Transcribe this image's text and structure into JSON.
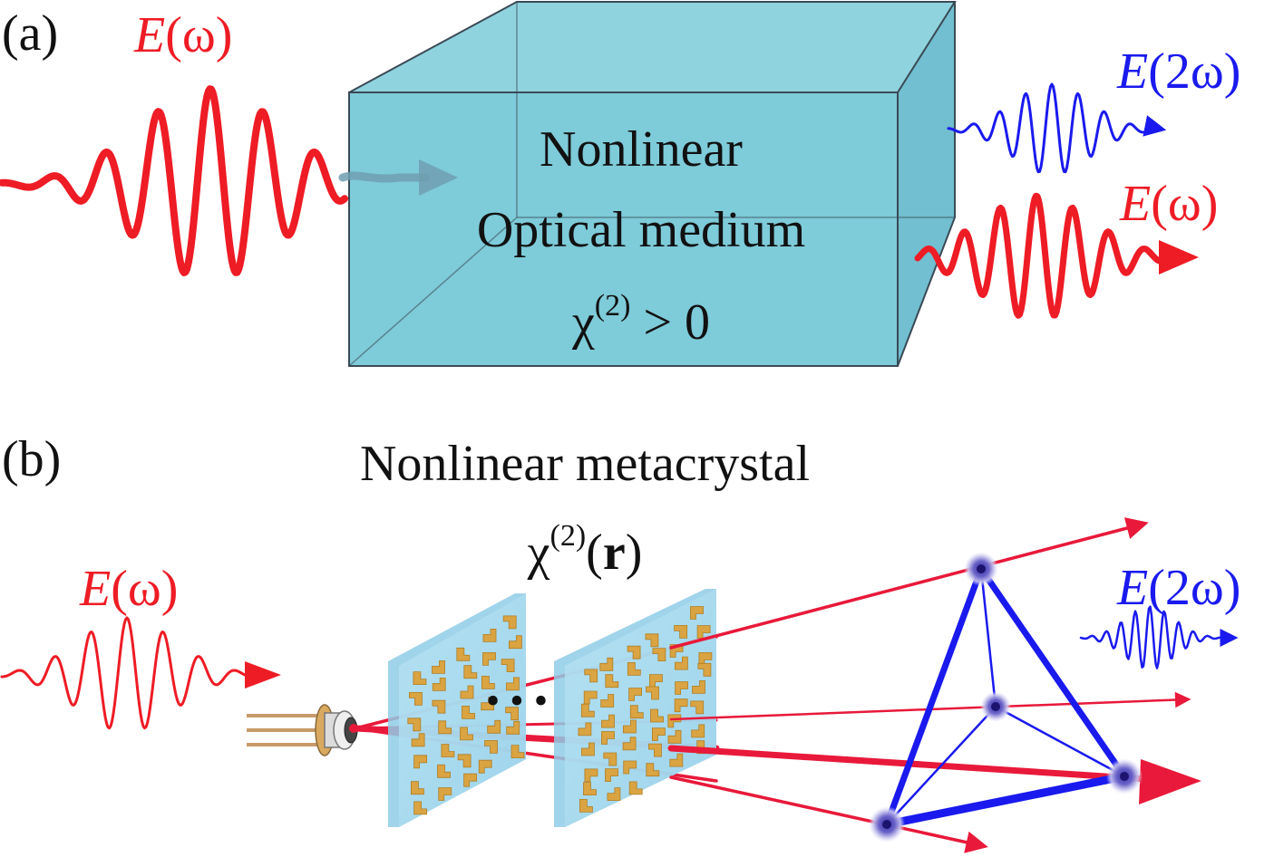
{
  "panel_a": {
    "tag": "(a)",
    "input_field": {
      "prefix": "E",
      "rest": "(ω)"
    },
    "medium_line1": "Nonlinear",
    "medium_line2": "Optical medium",
    "chi_symbol": "χ",
    "chi_order": "(2)",
    "chi_condition": " > 0",
    "output_sh_field": {
      "prefix": "E",
      "rest": "(2ω)"
    },
    "output_fund_field": {
      "prefix": "E",
      "rest": "(ω)"
    }
  },
  "panel_b": {
    "tag": "(b)",
    "title": "Nonlinear metacrystal",
    "chi_symbol": "χ",
    "chi_order": "(2)",
    "chi_arg_open": "(",
    "chi_arg": "r",
    "chi_arg_close": ")",
    "input_field": {
      "prefix": "E",
      "rest": "(ω)"
    },
    "output_sh_field": {
      "prefix": "E",
      "rest": "(2ω)"
    },
    "ellipsis": "• • •"
  },
  "colors": {
    "fundamental": "#ee1c25",
    "second_harmonic": "#1a1aee",
    "crystal_face": "#7ecbd9",
    "crystal_edge": "#3a4a55",
    "metasurface": "#a9dcef",
    "meta_atom": "#d9a441",
    "beam": "#e8193a",
    "node": "#2a1f8a"
  }
}
